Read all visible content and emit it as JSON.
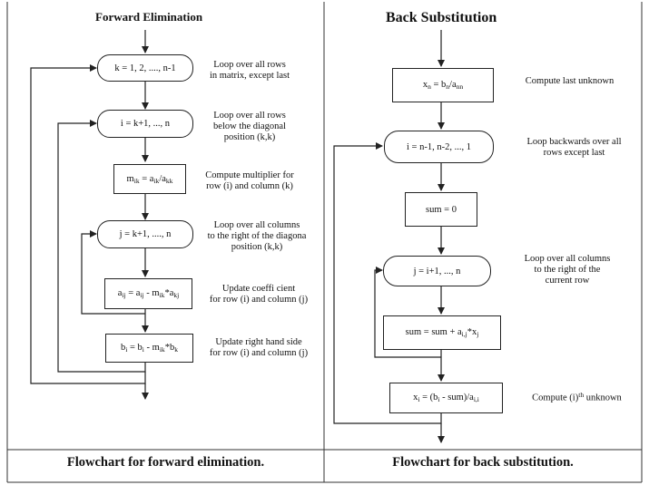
{
  "forward": {
    "title": "Forward Elimination",
    "nodes": {
      "loop_k": "k = 1, 2, ...., n-1",
      "loop_i": "i = k+1, ..., n",
      "loop_j": "j = k+1, ...., n"
    },
    "multiplier": {
      "m": "m",
      "m_sub": "ik",
      "eq": " = a",
      "a_sub": "ik",
      "slash": "/a",
      "b_sub": "kk"
    },
    "update_coef": {
      "a": "a",
      "a_sub": "ij",
      "eq": " = a",
      "a2_sub": "ij",
      "minus": " - m",
      "m_sub": "ik",
      "star": "*a",
      "a3_sub": "kj"
    },
    "update_rhs": {
      "b": "b",
      "b_sub": "i",
      "eq": " = b",
      "b2_sub": "i",
      "minus": " - m",
      "m_sub": "ik",
      "star": "*b",
      "b3_sub": "k"
    },
    "notes": {
      "n1": [
        "Loop over all rows",
        "in matrix, except last"
      ],
      "n2": [
        "Loop over all rows",
        "below the diagonal",
        "position (k,k)"
      ],
      "n3": [
        "Compute multiplier for",
        "row (i) and column (k)"
      ],
      "n4": [
        "Loop over all columns",
        "to the right of the diagona",
        "position (k,k)"
      ],
      "n5": [
        "Update coeffi  cient",
        "for row (i) and column (j)"
      ],
      "n6": [
        "Update right hand side",
        "for row (i) and column (j)"
      ]
    },
    "caption": "Flowchart for forward elimination."
  },
  "back": {
    "title": "Back  Substitution",
    "last_unknown": {
      "x": "x",
      "x_sub": "n",
      "eq": " = b",
      "b_sub": "n",
      "slash": "/a",
      "a_sub": "nn"
    },
    "nodes": {
      "loop_i": "i = n-1, n-2,  ..., 1",
      "sum0": "sum = 0",
      "loop_j": "j = i+1, ..., n"
    },
    "sum_update": {
      "pre": "sum = sum +  a",
      "a_sub": "i,j",
      "star": "*x",
      "x_sub": "j"
    },
    "xi": {
      "x": "x",
      "x_sub": "i",
      "eq": " = (b",
      "b_sub": "i",
      "rest": " - sum)/a",
      "a_sub": "i,i"
    },
    "notes": {
      "n1": [
        "Compute last unknown"
      ],
      "n2": [
        "Loop backwards over all",
        "rows except last"
      ],
      "n3": [
        "Loop over all columns",
        "to the right of the",
        "current row"
      ],
      "n4_pre": "Compute (i)",
      "n4_sup": "th",
      "n4_post": " unknown"
    },
    "caption": "Flowchart for back substitution."
  }
}
